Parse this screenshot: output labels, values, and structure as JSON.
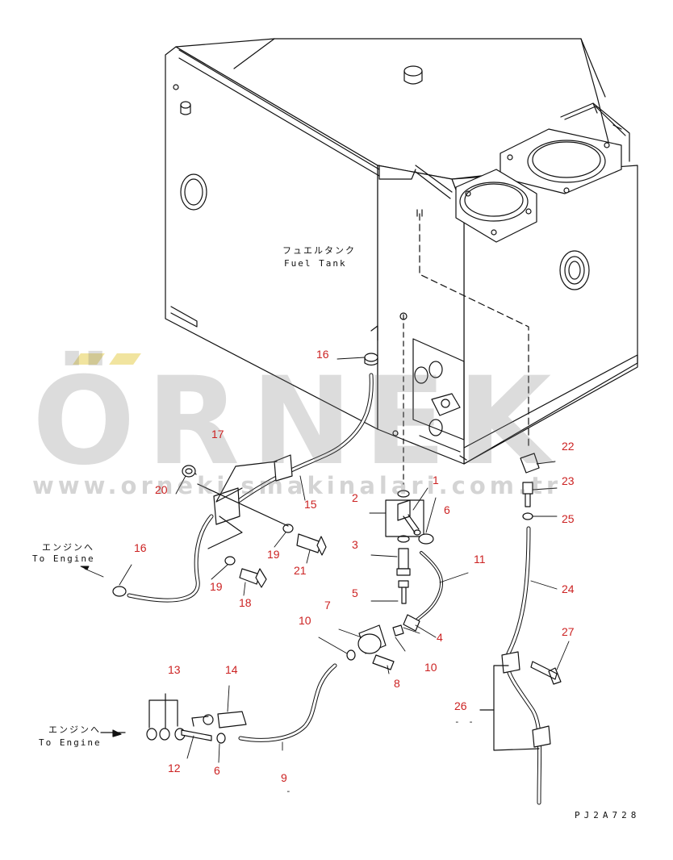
{
  "diagram": {
    "tank_label_jp": "フュエルタンク",
    "tank_label_en": "Fuel Tank",
    "engine_label_1_jp": "エンジンへ",
    "engine_label_1_en": "To Engine",
    "engine_label_2_jp": "エンジンへ",
    "engine_label_2_en": "To Engine",
    "drawing_code": "PJ2A728",
    "part_26_note": "- -",
    "part_9_note": "-"
  },
  "callouts": [
    {
      "id": "c1",
      "text": "1"
    },
    {
      "id": "c2",
      "text": "2"
    },
    {
      "id": "c3",
      "text": "3"
    },
    {
      "id": "c4",
      "text": "4"
    },
    {
      "id": "c5",
      "text": "5"
    },
    {
      "id": "c6a",
      "text": "6"
    },
    {
      "id": "c6b",
      "text": "6"
    },
    {
      "id": "c7",
      "text": "7"
    },
    {
      "id": "c8",
      "text": "8"
    },
    {
      "id": "c9",
      "text": "9"
    },
    {
      "id": "c10a",
      "text": "10"
    },
    {
      "id": "c10b",
      "text": "10"
    },
    {
      "id": "c11",
      "text": "11"
    },
    {
      "id": "c12",
      "text": "12"
    },
    {
      "id": "c13",
      "text": "13"
    },
    {
      "id": "c14",
      "text": "14"
    },
    {
      "id": "c15",
      "text": "15"
    },
    {
      "id": "c16a",
      "text": "16"
    },
    {
      "id": "c16b",
      "text": "16"
    },
    {
      "id": "c17",
      "text": "17"
    },
    {
      "id": "c18",
      "text": "18"
    },
    {
      "id": "c19a",
      "text": "19"
    },
    {
      "id": "c19b",
      "text": "19"
    },
    {
      "id": "c20",
      "text": "20"
    },
    {
      "id": "c21",
      "text": "21"
    },
    {
      "id": "c22",
      "text": "22"
    },
    {
      "id": "c23",
      "text": "23"
    },
    {
      "id": "c24",
      "text": "24"
    },
    {
      "id": "c25",
      "text": "25"
    },
    {
      "id": "c26",
      "text": "26"
    },
    {
      "id": "c27",
      "text": "27"
    }
  ],
  "watermark": {
    "brand": "ÖRNEK",
    "url": "www.orneki smakinalari.com.tr",
    "brand_color": "#787878",
    "accent_color": "#e6cd50"
  },
  "colors": {
    "line": "#111111",
    "callout": "#cc2222"
  }
}
